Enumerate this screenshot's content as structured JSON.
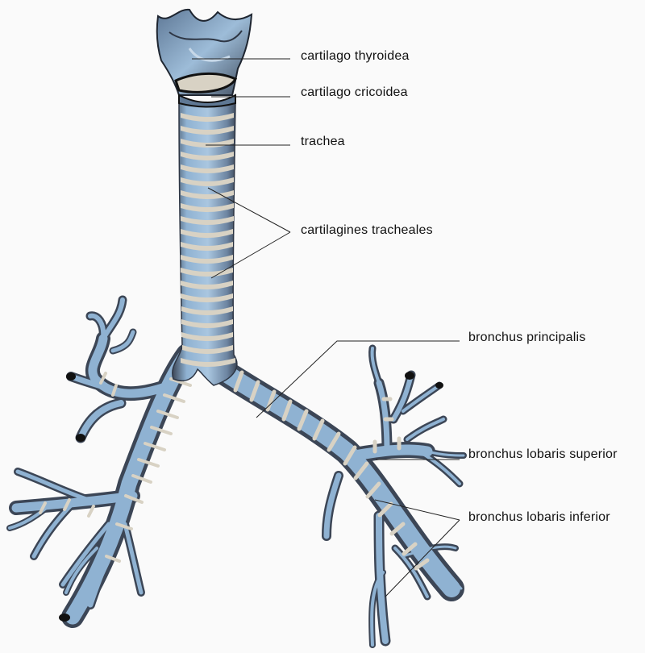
{
  "labels": {
    "thyroid": "cartilago thyroidea",
    "cricoid": "cartilago cricoidea",
    "trachea": "trachea",
    "tracheal_rings": "cartilagines tracheales",
    "main_bronchus": "bronchus principalis",
    "superior_lobar": "bronchus lobaris superior",
    "inferior_lobar": "bronchus lobaris inferior"
  },
  "colors": {
    "background": "#fafafa",
    "airway_blue": "#8fb2d2",
    "airway_shadow": "#3c4656",
    "cartilage": "#d8d2c4",
    "leader_line": "#222222"
  }
}
